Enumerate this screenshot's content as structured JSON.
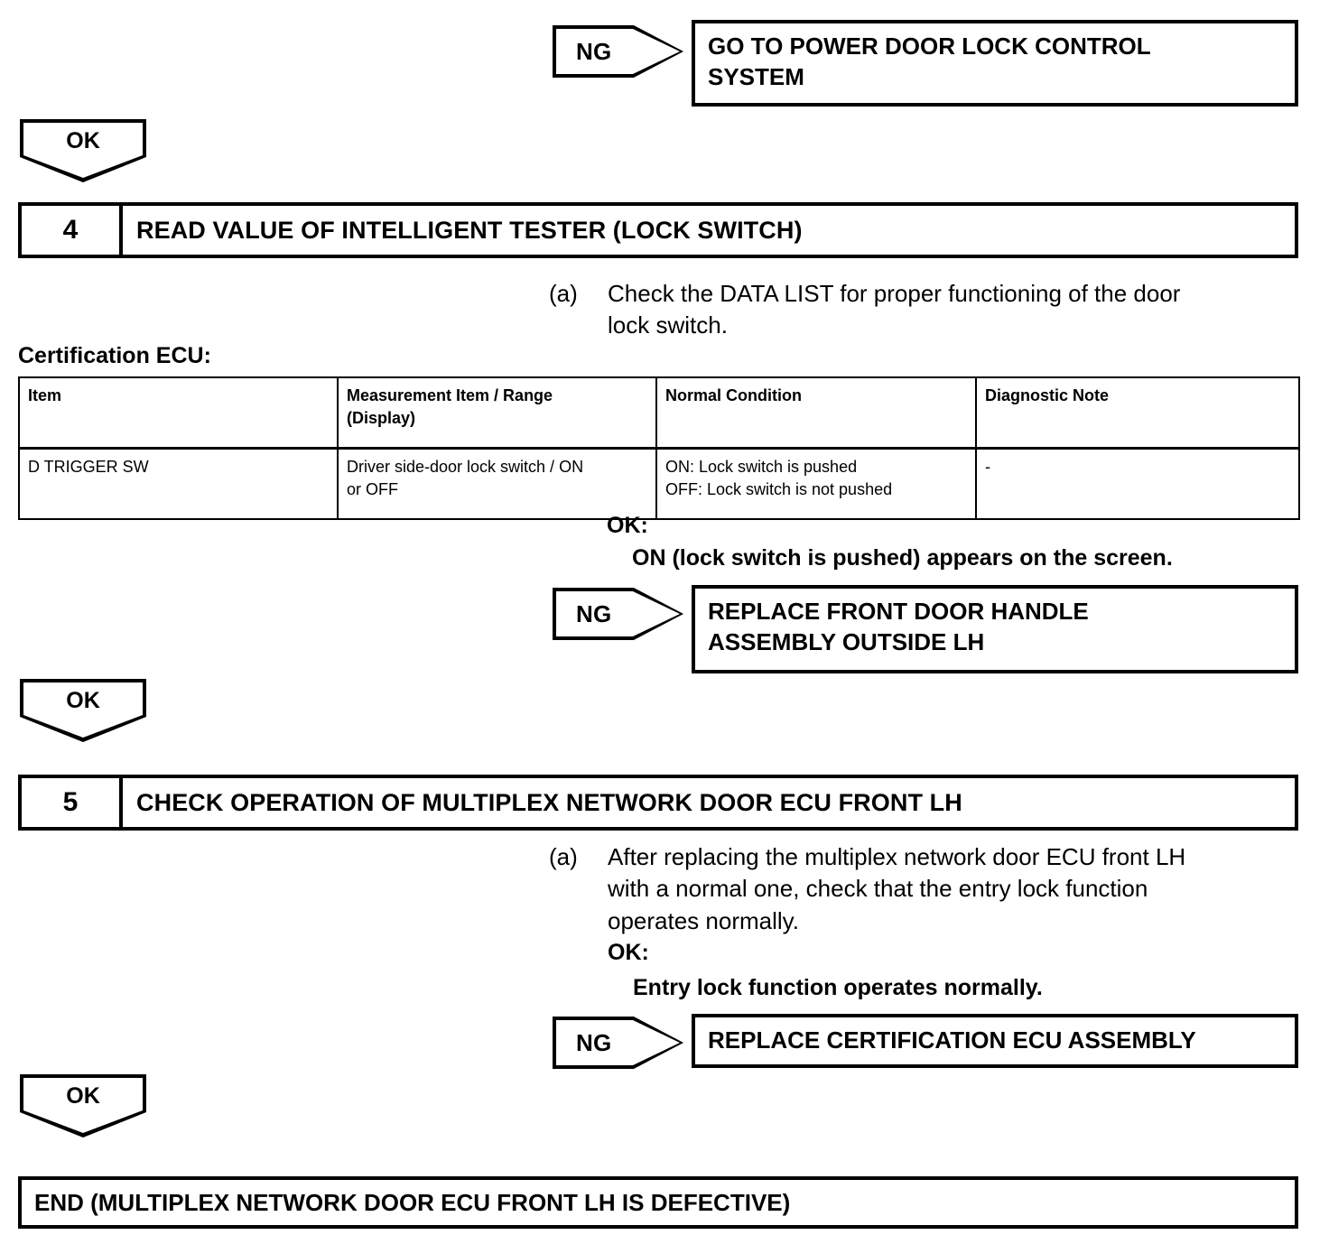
{
  "document": {
    "type": "diagnostic-troubleshooting-flowchart"
  },
  "top_branch": {
    "ng_label": "NG",
    "result_lines": [
      "GO TO POWER DOOR LOCK CONTROL",
      "SYSTEM"
    ],
    "ok_label": "OK"
  },
  "step4": {
    "number": "4",
    "title": "READ VALUE OF INTELLIGENT TESTER (LOCK SWITCH)",
    "procedure": {
      "marker": "(a)",
      "lines": [
        "Check the DATA LIST for proper functioning of the door",
        "lock switch."
      ]
    },
    "table_caption": "Certification ECU:",
    "table": {
      "columns": [
        {
          "header_lines": [
            "Item"
          ]
        },
        {
          "header_lines": [
            "Measurement Item / Range",
            "(Display)"
          ]
        },
        {
          "header_lines": [
            "Normal Condition"
          ]
        },
        {
          "header_lines": [
            "Diagnostic Note"
          ]
        }
      ],
      "rows": [
        {
          "item": [
            "D TRIGGER SW"
          ],
          "measurement": [
            "Driver side-door lock switch / ON",
            "or OFF"
          ],
          "normal_condition": [
            "ON: Lock switch is pushed",
            "OFF: Lock switch is not pushed"
          ],
          "diagnostic_note": [
            "-"
          ]
        }
      ]
    },
    "ok_heading": "OK:",
    "ok_condition": "ON (lock switch is pushed) appears on the screen.",
    "ng_label": "NG",
    "ng_result_lines": [
      "REPLACE FRONT DOOR HANDLE",
      "ASSEMBLY OUTSIDE LH"
    ],
    "ok_label": "OK"
  },
  "step5": {
    "number": "5",
    "title": "CHECK OPERATION OF MULTIPLEX NETWORK DOOR ECU FRONT LH",
    "procedure": {
      "marker": "(a)",
      "lines": [
        "After replacing the multiplex network door ECU front LH",
        "with a normal one, check that the entry lock function",
        "operates normally."
      ]
    },
    "ok_heading": "OK:",
    "ok_condition": "Entry lock function operates normally.",
    "ng_label": "NG",
    "ng_result_lines": [
      "REPLACE CERTIFICATION ECU ASSEMBLY"
    ],
    "ok_label": "OK"
  },
  "end_box": {
    "text": "END (MULTIPLEX NETWORK DOOR ECU FRONT LH IS DEFECTIVE)"
  },
  "colors": {
    "ink": "#000000",
    "paper": "#ffffff"
  }
}
